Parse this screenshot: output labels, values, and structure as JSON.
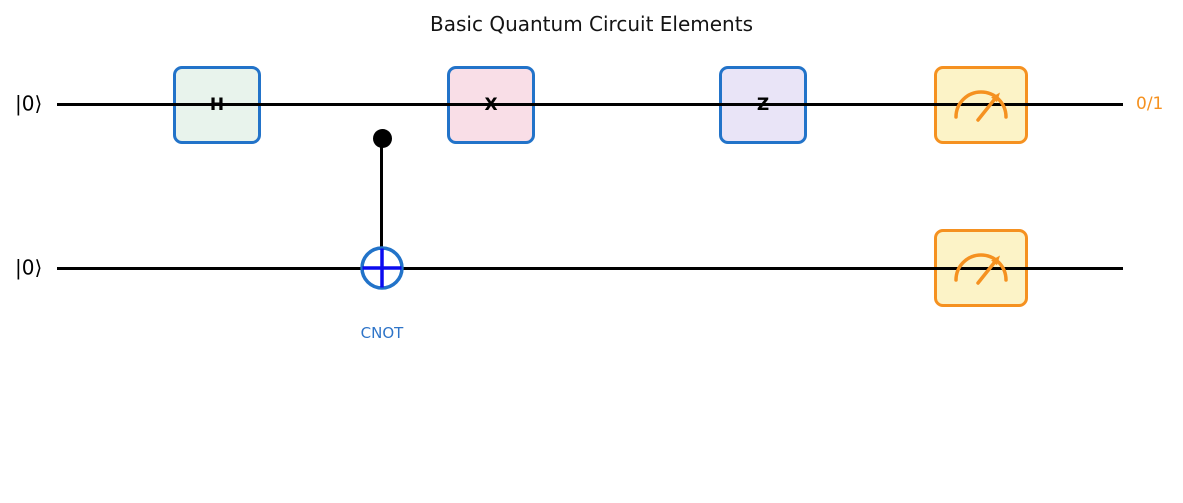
{
  "figure": {
    "title": "Basic Quantum Circuit Elements"
  },
  "circuit": {
    "qubits": [
      {
        "label": "|0⟩"
      },
      {
        "label": "|0⟩"
      }
    ],
    "gates": [
      {
        "label": "H",
        "name": "hadamard-gate"
      },
      {
        "label": "X",
        "name": "pauli-x-gate"
      },
      {
        "label": "Z",
        "name": "pauli-z-gate"
      }
    ],
    "cnot_label": "CNOT",
    "measurement_result_label": "0/1",
    "icons": {
      "measurement": "meter-gauge-icon",
      "cnot_target": "xor-target-icon",
      "cnot_control": "control-dot-icon"
    }
  },
  "colors": {
    "gate-border-blue": "#2273C9",
    "hadamard-fill": "#E8F3EC",
    "pauli-x-fill": "#F9DEE7",
    "pauli-z-fill": "#E9E4F7",
    "measure-border-orange": "#F59120",
    "measure-fill": "#FCF3C7",
    "cnot-cross-blue": "#0B0BEF",
    "cnot-text-blue": "#2E74C8",
    "wire-black": "#000000",
    "title-black": "#141414"
  }
}
